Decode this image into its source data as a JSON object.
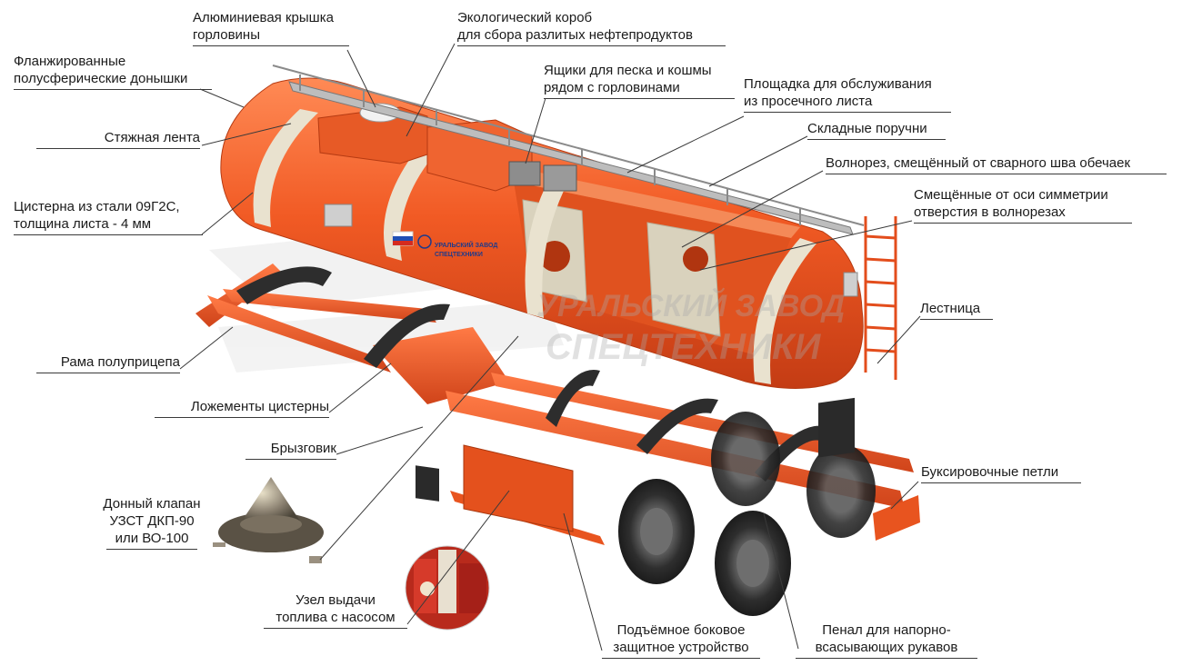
{
  "labels": {
    "cap": [
      "Алюминиевая крышка",
      "горловины"
    ],
    "eco": [
      "Экологический короб",
      "для сбора разлитых нефтепродуктов"
    ],
    "flanged": [
      "Фланжированные",
      "полусферические донышки"
    ],
    "sandboxes": [
      "Ящики для песка и кошмы",
      "рядом с горловинами"
    ],
    "platform": [
      "Площадка для обслуживания",
      "из просечного листа"
    ],
    "strap": [
      "Стяжная лента"
    ],
    "rails": [
      "Складные поручни"
    ],
    "baffle": [
      "Волнорез, смещённый от сварного шва обечаек"
    ],
    "tank": [
      "Цистерна из стали 09Г2С,",
      "толщина листа - 4 мм"
    ],
    "holes": [
      "Смещённые от оси симметрии",
      "отверстия в волнорезах"
    ],
    "ladder": [
      "Лестница"
    ],
    "frame": [
      "Рама полуприцепа"
    ],
    "cradles": [
      "Ложементы цистерны"
    ],
    "mudflap": [
      "Брызговик"
    ],
    "valve": [
      "Донный клапан",
      "УЗСТ ДКП-90",
      "или ВО-100"
    ],
    "tow": [
      "Буксировочные петли"
    ],
    "fuel": [
      "Узел выдачи",
      "топлива с насосом"
    ],
    "side": [
      "Подъёмное боковое",
      "защитное устройство"
    ],
    "hoses": [
      "Пенал для напорно-",
      "всасывающих рукавов"
    ]
  },
  "watermark": {
    "line1": "УРАЛЬСКИЙ ЗАВОД",
    "line2": "СПЕЦТЕХНИКИ"
  },
  "tank_logo": {
    "line1": "УРАЛЬСКИЙ ЗАВОД",
    "line2": "СПЕЦТЕХНИКИ"
  },
  "colors": {
    "tank_orange": "#f15a24",
    "tank_shadow": "#c9431a",
    "strap": "#e9e2cf",
    "cradle": "#2d2d2d",
    "tire": "#3a3a3a",
    "leader": "#3a3a3a"
  }
}
